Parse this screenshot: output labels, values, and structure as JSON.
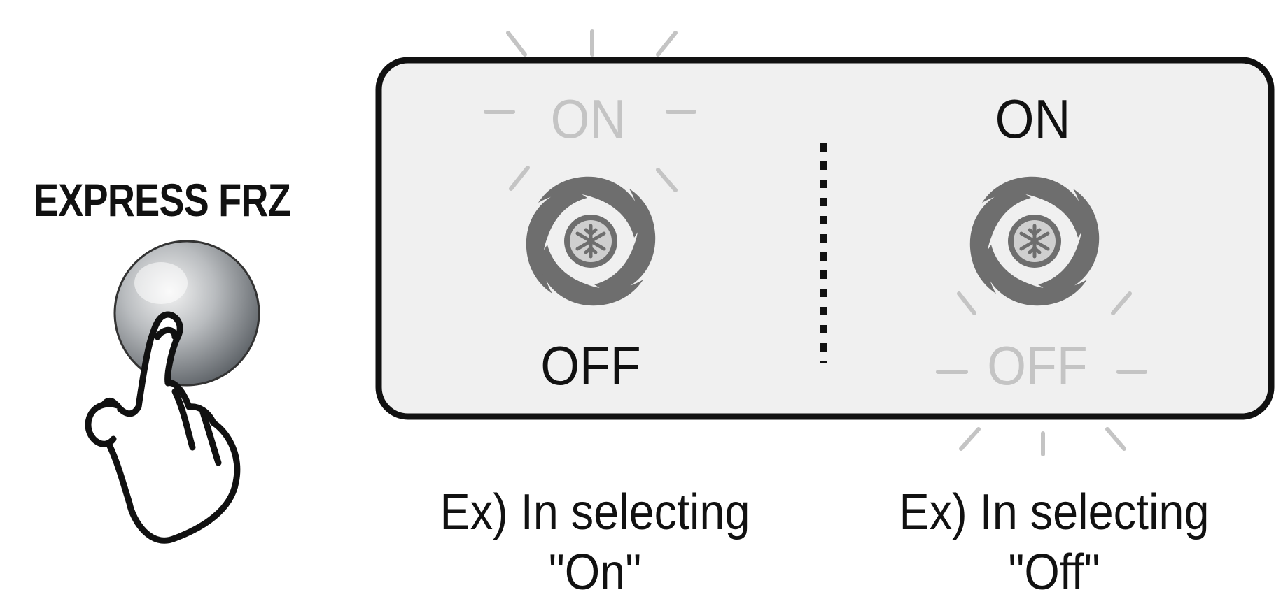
{
  "button": {
    "title": "EXPRESS FRZ"
  },
  "panel": {
    "left": {
      "on_label": "ON",
      "off_label": "OFF",
      "highlighted": "on",
      "icon": "express-freeze-swirl-snowflake-icon"
    },
    "right": {
      "on_label": "ON",
      "off_label": "OFF",
      "highlighted": "off",
      "icon": "express-freeze-swirl-snowflake-icon"
    }
  },
  "captions": {
    "left_line1": "Ex) In selecting",
    "left_line2": "\"On\"",
    "right_line1": "Ex) In selecting",
    "right_line2": "\"Off\""
  },
  "colors": {
    "ink": "#111111",
    "blink_gray": "#c4c4c4",
    "icon_gray": "#6e6e6e",
    "panel_fill": "#f0f0f0"
  }
}
